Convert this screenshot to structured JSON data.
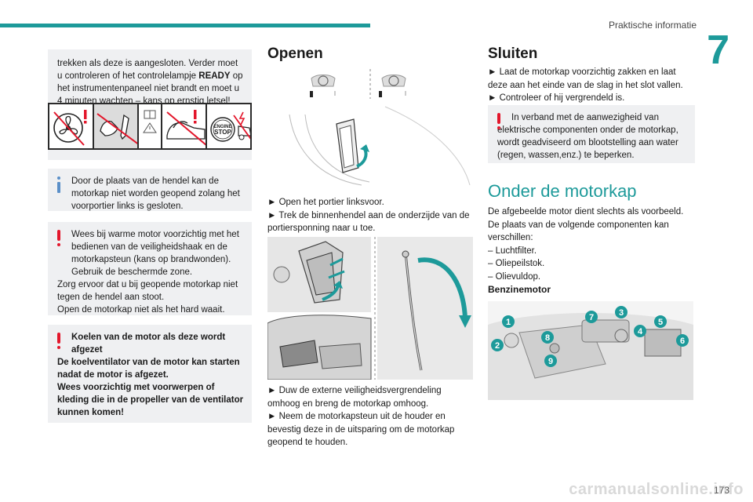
{
  "header": {
    "section": "Praktische informatie",
    "chapter": "7"
  },
  "footer": {
    "page": "173",
    "watermark": "carmanualsonline.info"
  },
  "left": {
    "intro_text_1": "trekken als deze is aangesloten. Verder moet u controleren of het controlelampje ",
    "intro_bold": "READY",
    "intro_text_2": " op het instrumentenpaneel niet brandt en moet u 4 minuten wachten – kans op ernstig letsel!",
    "engine_stop_label_1": "ENGINE",
    "engine_stop_label_2": "STOP",
    "info_box": "Door de plaats van de hendel kan de motorkap niet worden geopend zolang het voorportier links is gesloten.",
    "warn_box_lines": [
      "Wees bij warme motor voorzichtig met het bedienen van de veiligheidshaak en de motorkapsteun (kans op brandwonden). Gebruik de beschermde zone.",
      "Zorg ervoor dat u bij geopende motorkap niet tegen de hendel aan stoot.",
      "Open de motorkap niet als het hard waait."
    ],
    "cool_box_title": "Koelen van de motor als deze wordt afgezet",
    "cool_box_lines": [
      "De koelventilator van de motor kan starten nadat de motor is afgezet.",
      "Wees voorzichtig met voorwerpen of kleding die in de propeller van de ventilator kunnen komen!"
    ]
  },
  "middle": {
    "title": "Openen",
    "steps_1": [
      "► Open het portier linksvoor.",
      "► Trek de binnenhendel aan de onderzijde van de portiersponning naar u toe."
    ],
    "steps_2": [
      "► Duw de externe veiligheidsvergrendeling omhoog en breng de motorkap omhoog.",
      "► Neem de motorkapsteun uit de houder en bevestig deze in de uitsparing om de motorkap geopend te houden."
    ]
  },
  "right": {
    "title": "Sluiten",
    "steps": [
      "► Laat de motorkap voorzichtig zakken en laat deze aan het einde van de slag in het slot vallen.",
      "► Controleer of hij vergrendeld is."
    ],
    "warn_box": "In verband met de aanwezigheid van elektrische componenten onder de motorkap, wordt geadviseerd om blootstelling aan water (regen, wassen,enz.) te beperken.",
    "section_title": "Onder de motorkap",
    "section_lines": [
      "De afgebeelde motor dient slechts als voorbeeld. De plaats van de volgende componenten kan verschillen:",
      "– Luchtfilter.",
      "– Oliepeilstok.",
      "– Olievuldop."
    ],
    "engine_label": "Benzinemotor",
    "callouts": [
      "1",
      "2",
      "3",
      "4",
      "5",
      "6",
      "7",
      "8",
      "9"
    ]
  },
  "colors": {
    "accent": "#1d9a9a",
    "warning": "#e3162b",
    "info": "#5a8fc8",
    "box_bg": "#eff0f2"
  }
}
